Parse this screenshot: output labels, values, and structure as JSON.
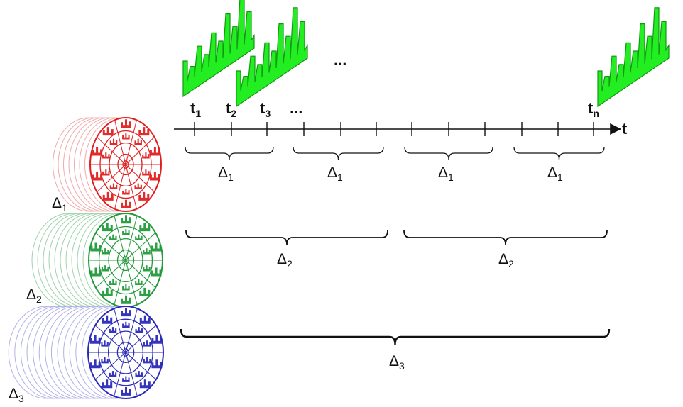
{
  "axis": {
    "symbol": "t",
    "tick_labels": [
      {
        "base": "t",
        "sub": "1"
      },
      {
        "base": "t",
        "sub": "2"
      },
      {
        "base": "t",
        "sub": "3"
      },
      {
        "base": "t",
        "sub": "n"
      }
    ],
    "ellipsis": "..."
  },
  "top_ellipsis": "...",
  "scales": [
    {
      "label": "Δ",
      "sub": "1",
      "color": "#e02020",
      "brace_count": 4,
      "side_label": "Δ",
      "side_sub": "1"
    },
    {
      "label": "Δ",
      "sub": "2",
      "color": "#229a3b",
      "brace_count": 2,
      "side_label": "Δ",
      "side_sub": "2"
    },
    {
      "label": "Δ",
      "sub": "3",
      "color": "#2a2ab8",
      "brace_count": 1,
      "side_label": "Δ",
      "side_sub": "3"
    }
  ],
  "colors": {
    "histogram": "#22ee22",
    "histogram_edge": "#119911",
    "axis": "#111111",
    "scale1": "#e02020",
    "scale2": "#229a3b",
    "scale3": "#2a2ab8"
  },
  "icons": [
    "rotating-histogram-stack-icon",
    "histogram-strip-icon"
  ]
}
